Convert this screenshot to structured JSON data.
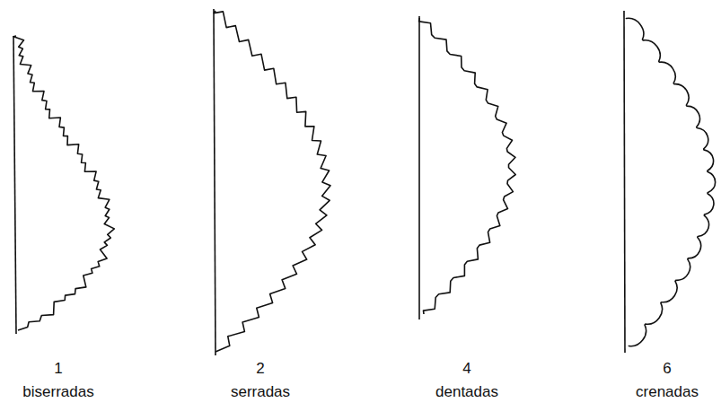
{
  "diagram": {
    "labels": [
      "1",
      "biserradas",
      "2",
      "serradas",
      "4",
      "dentadas",
      "6",
      "crenadas"
    ]
  }
}
